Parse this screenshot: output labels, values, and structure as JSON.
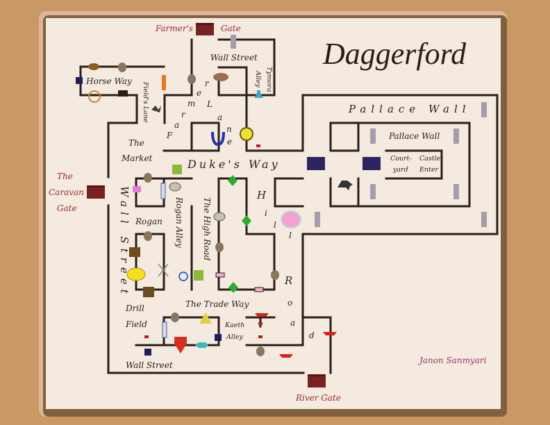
{
  "map": {
    "title": "Daggerford",
    "author": "Janon Sanmyari",
    "colors": {
      "background": "#CA9766",
      "parchment": "#F4EAE0",
      "walls": "#2A1F18",
      "gate_label": "#9A2A2A",
      "author": "#993366"
    },
    "gates": {
      "farmers_gate": [
        "Farmer's",
        "Gate"
      ],
      "caravan_gate": [
        "The",
        "Caravan",
        "Gate"
      ],
      "river_gate": "River Gate"
    },
    "streets": {
      "wall_street_north": "Wall Street",
      "tymora_alley": [
        "Tymora",
        "Alley"
      ],
      "horse_way": "Horse Way",
      "fields_lane": "Field's Lane",
      "farmer_lane_letters": [
        "F",
        "a",
        "r",
        "m",
        "e",
        "r",
        "L",
        "a",
        "n",
        "e"
      ],
      "the_market": [
        "The",
        "Market"
      ],
      "dukes_way": "Duke's Way",
      "wall_street_west": "Wall Street",
      "rogan": "Rogan",
      "rogan_alley": "Rogan Alley",
      "the_high_road": "The High Road",
      "hill_road_letters": [
        "H",
        "i",
        "l",
        "l",
        "R",
        "o",
        "a",
        "d"
      ],
      "the_trade_way": "The Trade Way",
      "drill_field": [
        "Drill",
        "Field"
      ],
      "kaeth_alley": [
        "Kaeth",
        "Alley"
      ],
      "wall_street_south": "Wall Street",
      "pallace_wall_outer": "Pallace Wall",
      "pallace_wall_inner": "Pallace Wall",
      "courtyard": [
        "Court-",
        "yard"
      ],
      "castle_enter": [
        "Castle",
        "Enter"
      ]
    },
    "icons": [
      "gate-icon-farmers",
      "gate-icon-caravan",
      "gate-icon-river",
      "palace-gate-icon-outer",
      "palace-gate-icon-inner",
      "tower-icon",
      "barrel-icon",
      "bread-icon",
      "shield-crossed-swords-icon",
      "wheel-icon",
      "anvil-icon",
      "candle-icon",
      "bat-icon",
      "pig-icon",
      "potion-icon",
      "lyre-icon",
      "sun-rose-icon",
      "flag-icon",
      "horse-icon",
      "pants-icon",
      "barber-pole-icon",
      "sewing-icon",
      "rock-icon",
      "gem-icon",
      "boots-icon",
      "gold-disc-icon",
      "crossed-swords-icon",
      "healing-icon",
      "scale-icon",
      "rainbow-orb-icon",
      "coin-pile-icon",
      "red-shield-icon",
      "fish-icon",
      "ship-icon"
    ]
  }
}
